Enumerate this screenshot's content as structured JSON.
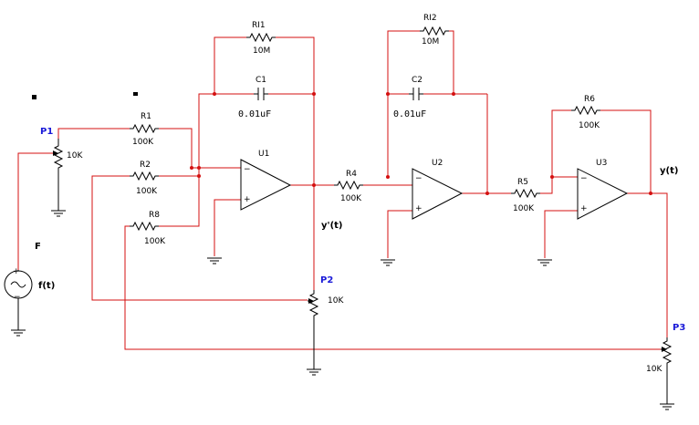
{
  "colors": {
    "wire": "#d41010",
    "component": "#000000",
    "pot_label": "#1a1ad8",
    "background": "#ffffff"
  },
  "components": {
    "r1": {
      "name": "R1",
      "value": "100K"
    },
    "r2": {
      "name": "R2",
      "value": "100K"
    },
    "r8": {
      "name": "R8",
      "value": "100K"
    },
    "r4": {
      "name": "R4",
      "value": "100K"
    },
    "r5": {
      "name": "R5",
      "value": "100K"
    },
    "r6": {
      "name": "R6",
      "value": "100K"
    },
    "ri1": {
      "name": "RI1",
      "value": "10M"
    },
    "ri2": {
      "name": "RI2",
      "value": "10M"
    },
    "c1": {
      "name": "C1",
      "value": "0.01uF"
    },
    "c2": {
      "name": "C2",
      "value": "0.01uF"
    },
    "p1": {
      "name": "P1",
      "value": "10K"
    },
    "p2": {
      "name": "P2",
      "value": "10K"
    },
    "p3": {
      "name": "P3",
      "value": "10K"
    },
    "u1": {
      "name": "U1"
    },
    "u2": {
      "name": "U2"
    },
    "u3": {
      "name": "U3"
    },
    "source": {
      "name": "F",
      "signal": "f(t)"
    }
  },
  "signals": {
    "y_prime": "y'(t)",
    "y": "y(t)"
  },
  "opamp_symbols": {
    "minus": "−",
    "plus": "+"
  }
}
